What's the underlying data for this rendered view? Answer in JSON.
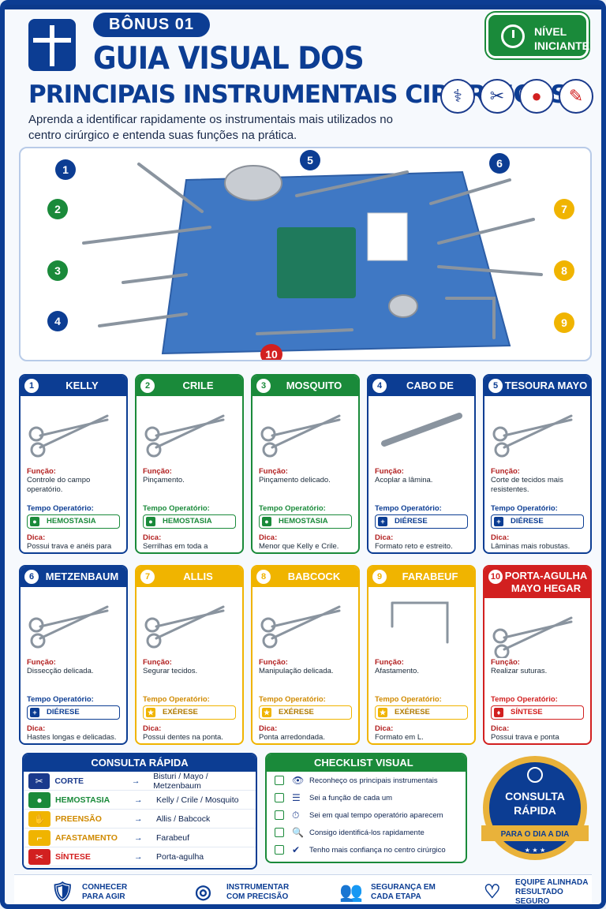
{
  "header": {
    "badge": "BÔNUS 01",
    "title_line1": "GUIA VISUAL DOS",
    "title_line2": "PRINCIPAIS INSTRUMENTAIS CIRÚRGICOS",
    "subtitle": "Aprenda a identificar rapidamente os instrumentais mais utilizados no centro cirúrgico e entenda suas funções na prática.",
    "level_line1": "NÍVEL",
    "level_line2": "INICIANTE",
    "icons": [
      "stethoscope-icon",
      "scissors-icon",
      "blood-drop-icon",
      "needle-icon"
    ]
  },
  "scene": {
    "numbers": [
      "1",
      "2",
      "3",
      "4",
      "5",
      "6",
      "7",
      "8",
      "9",
      "10"
    ]
  },
  "labels": {
    "funcao": "Função:",
    "tempo": "Tempo Operatório:",
    "dica": "Dica:"
  },
  "cards": [
    {
      "n": "1",
      "name": "KELLY",
      "funcao": "Controle do campo operatório.",
      "tempo": "HEMOSTASIA",
      "dica": "Possui trava e anéis para os dedos."
    },
    {
      "n": "2",
      "name": "CRILE",
      "funcao": "Pinçamento.",
      "tempo": "HEMOSTASIA",
      "dica": "Serrilhas em toda a extensão."
    },
    {
      "n": "3",
      "name": "MOSQUITO",
      "funcao": "Pinçamento delicado.",
      "tempo": "HEMOSTASIA",
      "dica": "Menor que Kelly e Crile."
    },
    {
      "n": "4",
      "name": "CABO DE BISTURI",
      "funcao": "Acoplar a lâmina.",
      "tempo": "DIÉRESE",
      "dica": "Formato reto e estreito."
    },
    {
      "n": "5",
      "name": "TESOURA MAYO",
      "funcao": "Corte de tecidos mais resistentes.",
      "tempo": "DIÉRESE",
      "dica": "Lâminas mais robustas."
    },
    {
      "n": "6",
      "name": "METZENBAUM",
      "funcao": "Dissecção delicada.",
      "tempo": "DIÉRESE",
      "dica": "Hastes longas e delicadas."
    },
    {
      "n": "7",
      "name": "ALLIS",
      "funcao": "Segurar tecidos.",
      "tempo": "EXÉRESE",
      "dica": "Possui dentes na ponta."
    },
    {
      "n": "8",
      "name": "BABCOCK",
      "funcao": "Manipulação delicada.",
      "tempo": "EXÉRESE",
      "dica": "Ponta arredondada."
    },
    {
      "n": "9",
      "name": "FARABEUF",
      "funcao": "Afastamento.",
      "tempo": "EXÉRESE",
      "dica": "Formato em L."
    },
    {
      "n": "10",
      "name": "PORTA-AGULHA MAYO HEGAR",
      "funcao": "Realizar suturas.",
      "tempo": "SÍNTESE",
      "dica": "Possui trava e ponta específica para agulhas."
    }
  ],
  "quick": {
    "title": "CONSULTA RÁPIDA",
    "rows": [
      {
        "k": "CORTE",
        "v": "Bisturi / Mayo / Metzenbaum",
        "color": "#1a3a8c",
        "icon": "scissors-icon"
      },
      {
        "k": "HEMOSTASIA",
        "v": "Kelly / Crile / Mosquito",
        "color": "#1a8a3a",
        "icon": "drop-icon"
      },
      {
        "k": "PREENSÃO",
        "v": "Allis / Babcock",
        "color": "#f0b400",
        "icon": "hand-icon"
      },
      {
        "k": "AFASTAMENTO",
        "v": "Farabeuf",
        "color": "#f0b400",
        "icon": "retractor-icon"
      },
      {
        "k": "SÍNTESE",
        "v": "Porta-agulha",
        "color": "#d22020",
        "icon": "suture-icon"
      }
    ]
  },
  "checklist": {
    "title": "CHECKLIST VISUAL",
    "items": [
      "Reconheço os principais instrumentais",
      "Sei a função de cada um",
      "Sei em qual tempo operatório aparecem",
      "Consigo identificá-los rapidamente",
      "Tenho mais confiança no centro cirúrgico"
    ]
  },
  "seal": {
    "line1": "CONSULTA",
    "line2": "RÁPIDA",
    "ribbon": "PARA O DIA A DIA",
    "stars": "★ ★ ★"
  },
  "footer": [
    {
      "l1": "CONHECER",
      "l2": "PARA AGIR"
    },
    {
      "l1": "INSTRUMENTAR",
      "l2": "COM PRECISÃO"
    },
    {
      "l1": "SEGURANÇA EM",
      "l2": "CADA ETAPA"
    },
    {
      "l1": "EQUIPE ALINHADA",
      "l2": "RESULTADO SEGURO"
    }
  ]
}
